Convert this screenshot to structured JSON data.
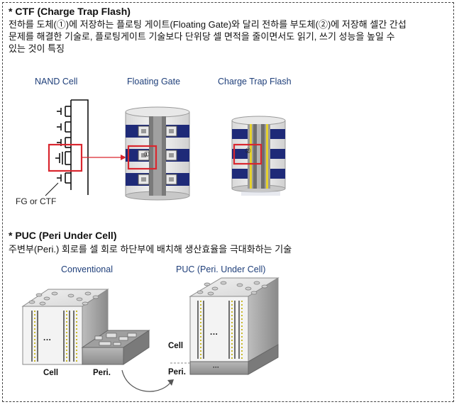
{
  "ctf": {
    "title": "* CTF (Charge Trap Flash)",
    "desc_line1": "전하를 도체(①)에 저장하는 플로팅 게이트(Floating Gate)와 달리 전하를 부도체(②)에 저장해 셀간 간섭",
    "desc_line2": "문제를 해결한 기술로, 플로팅게이트 기술보다 단위당 셀 면적을 줄이면서도 읽기, 쓰기 성능을 높일 수",
    "desc_line3": "있는 것이 특징",
    "figure": {
      "label_nand": "NAND Cell",
      "label_fg": "Floating Gate",
      "label_ctf": "Charge Trap Flash",
      "label_fg_or_ctf": "FG or CTF",
      "marker_1": "①",
      "marker_2": "②"
    }
  },
  "puc": {
    "title": "* PUC (Peri Under Cell)",
    "desc_line1": "주변부(Peri.) 회로를 셀 회로 하단부에 배치해 생산효율을 극대화하는 기술",
    "figure": {
      "label_conventional": "Conventional",
      "label_puc": "PUC (Peri. Under Cell)",
      "label_cell_left": "Cell",
      "label_peri_left": "Peri.",
      "label_cell_right": "Cell",
      "label_peri_right": "Peri.",
      "dots_left": "···",
      "dots_right_top": "···",
      "dots_right_bottom": "···"
    }
  },
  "colors": {
    "navy": "#1e2a78",
    "highlight_red": "#d9262e",
    "yellow": "#e6d22e",
    "label_blue": "#1f3f7a"
  }
}
